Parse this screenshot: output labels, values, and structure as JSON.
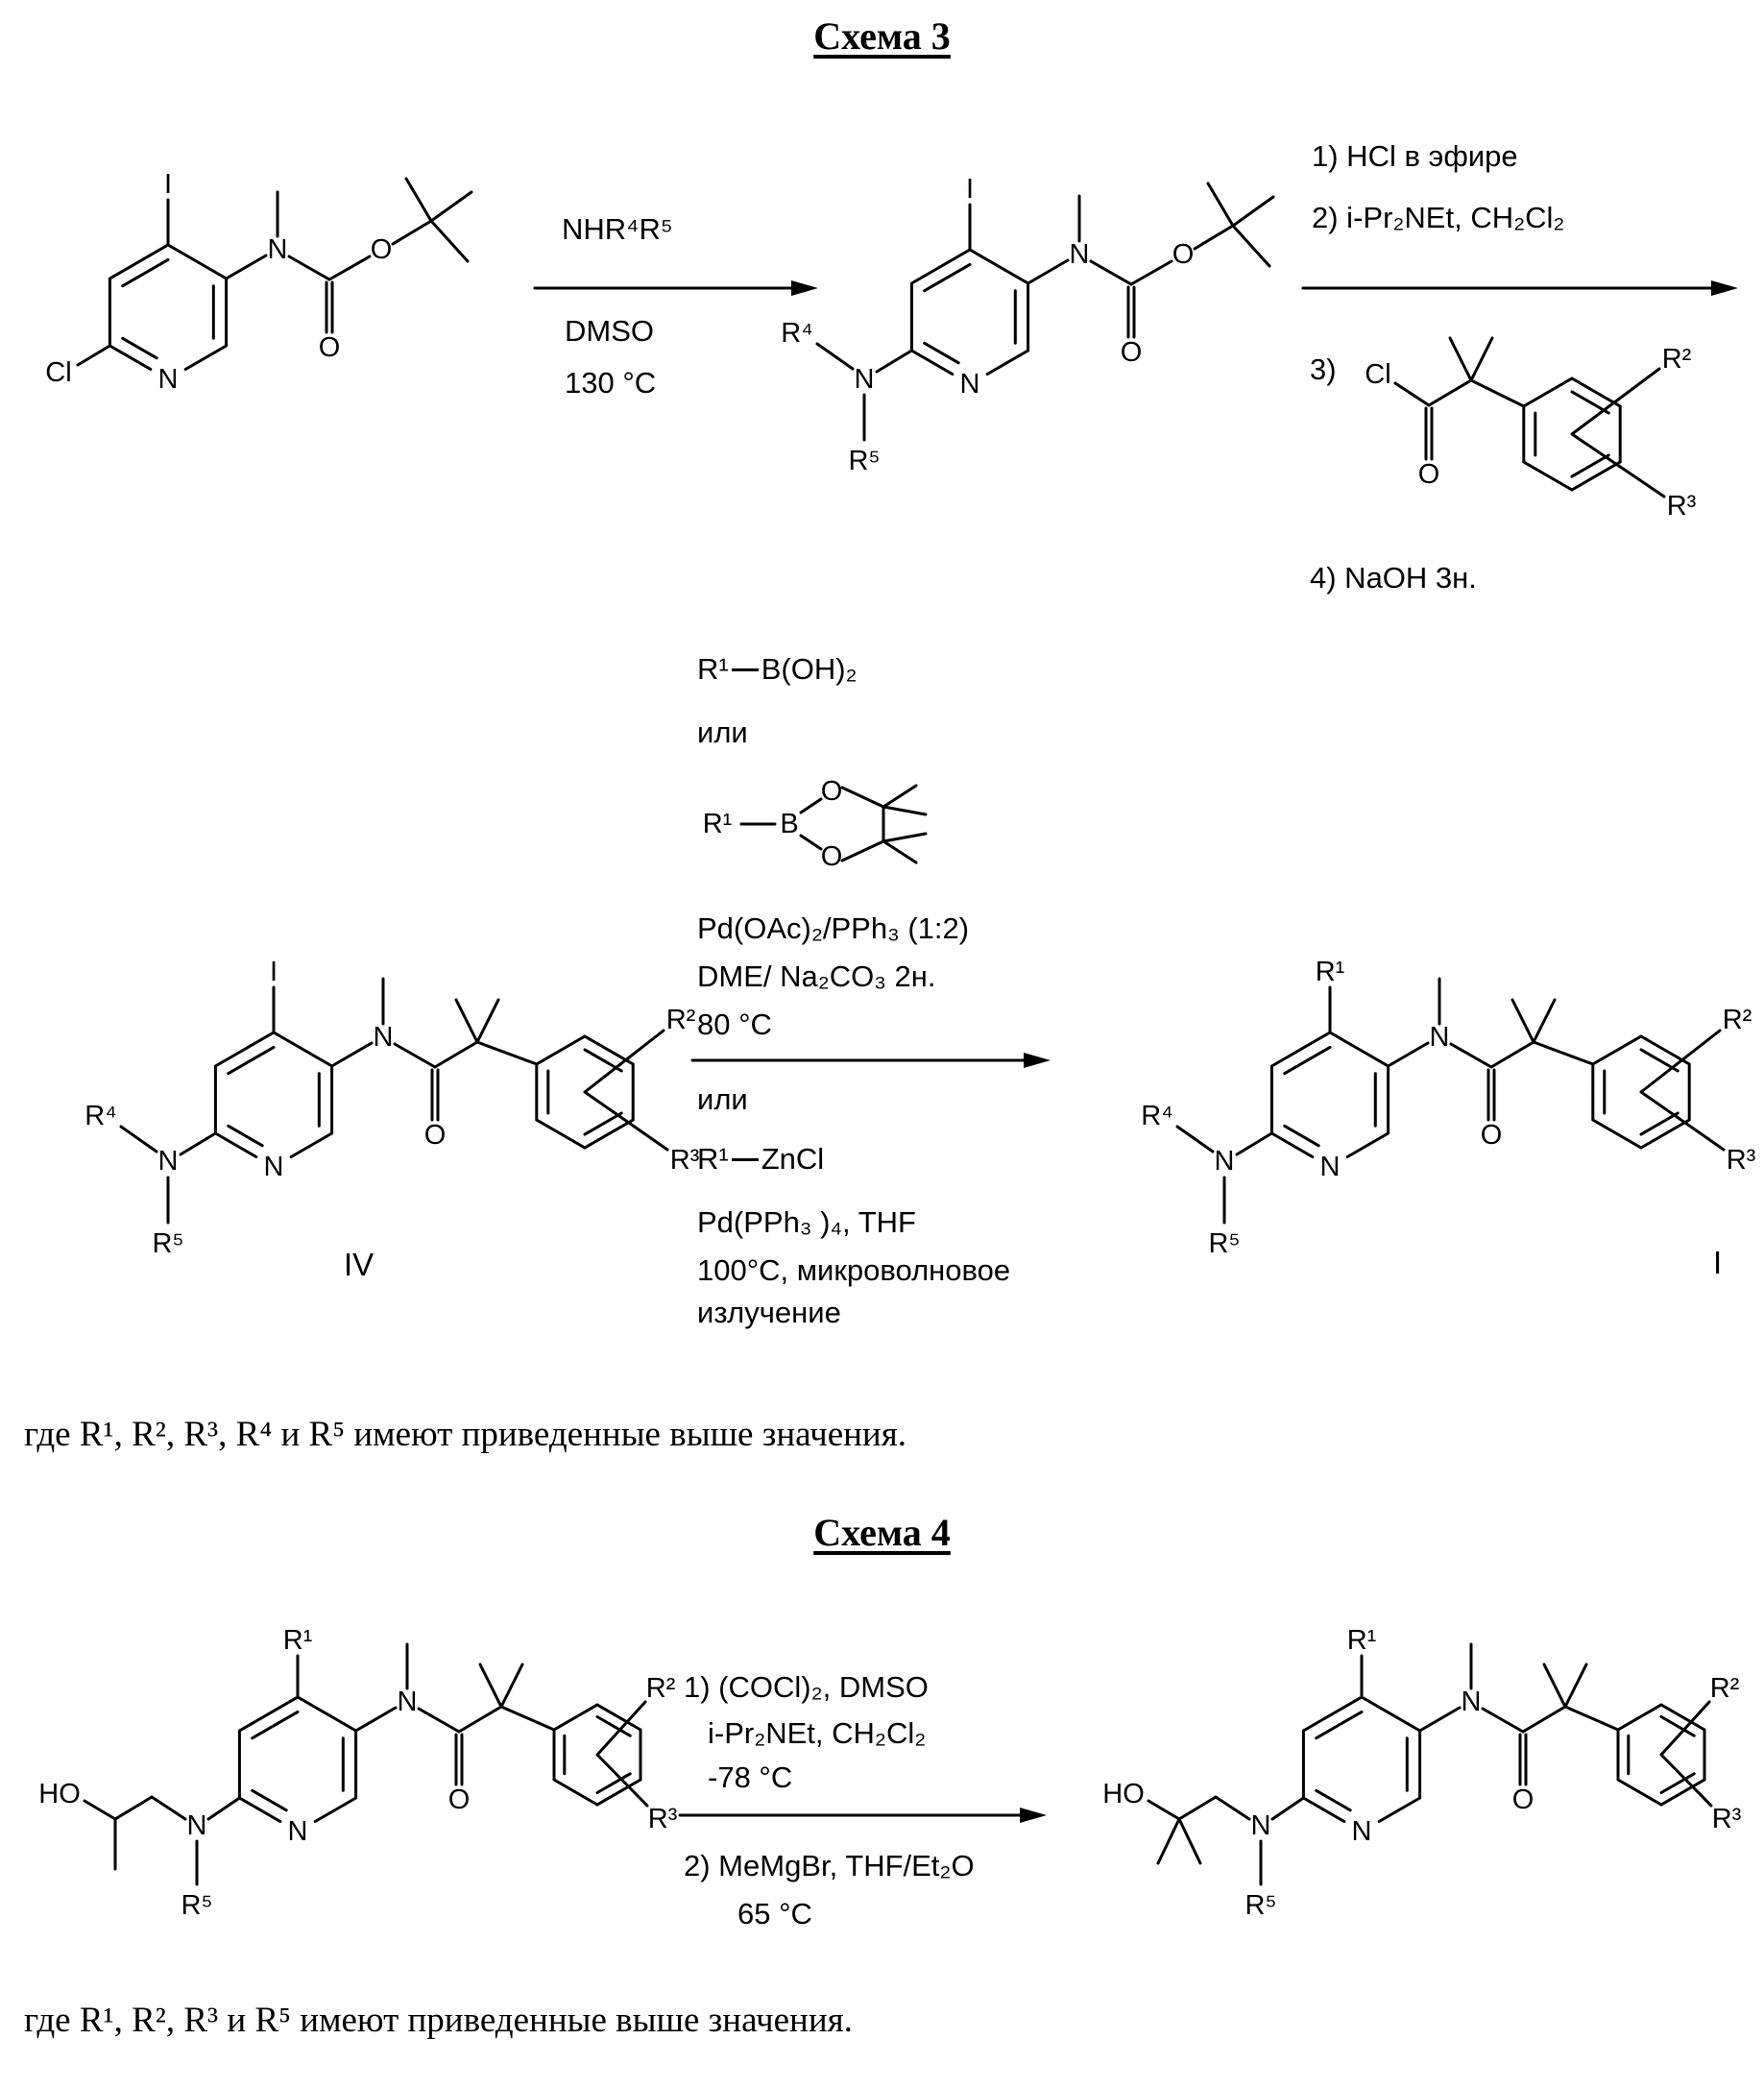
{
  "atoms": {
    "i": "I",
    "n": "N",
    "o": "O",
    "cl": "Cl",
    "b": "B",
    "ho": "HO",
    "r1": "R¹",
    "r2": "R²",
    "r3": "R³",
    "r4": "R⁴",
    "r5": "R⁵"
  },
  "scheme3": {
    "title": "Схема 3",
    "step1": {
      "above": "NHR⁴R⁵",
      "below1": "DMSO",
      "below2": "130 °C"
    },
    "step2": {
      "line1": "1) HCl в эфире",
      "line2": "2) i-Pr₂NEt, CH₂Cl₂",
      "line3": "3)",
      "line4": "4) NaOH 3н."
    },
    "coupling": {
      "boronic_r": "R¹",
      "boronic_acid": "B(OH)₂",
      "or1": "или",
      "cat1": "Pd(OAc)₂/PPh₃ (1:2)",
      "cat2": "DME/ Na₂CO₃ 2н.",
      "cat3": "80 °C",
      "or2": "или",
      "zinc_r": "R¹",
      "zinc": "ZnCl",
      "cat4": "Pd(PPh₃ )₄, THF",
      "cat5": "100°C, микроволновое",
      "cat6": "излучение"
    },
    "compound_iv": "IV",
    "compound_i": "I",
    "footnote": "где R¹, R², R³, R⁴ и R⁵ имеют приведенные выше значения."
  },
  "scheme4": {
    "title": "Схема 4",
    "step": {
      "line1": "1) (COCl)₂, DMSO",
      "line2": "i-Pr₂NEt, CH₂Cl₂",
      "line3": "-78 °C",
      "line4": "2) MeMgBr, THF/Et₂O",
      "line5": "65 °C"
    },
    "footnote": "где R¹, R², R³ и R⁵ имеют приведенные выше значения."
  }
}
